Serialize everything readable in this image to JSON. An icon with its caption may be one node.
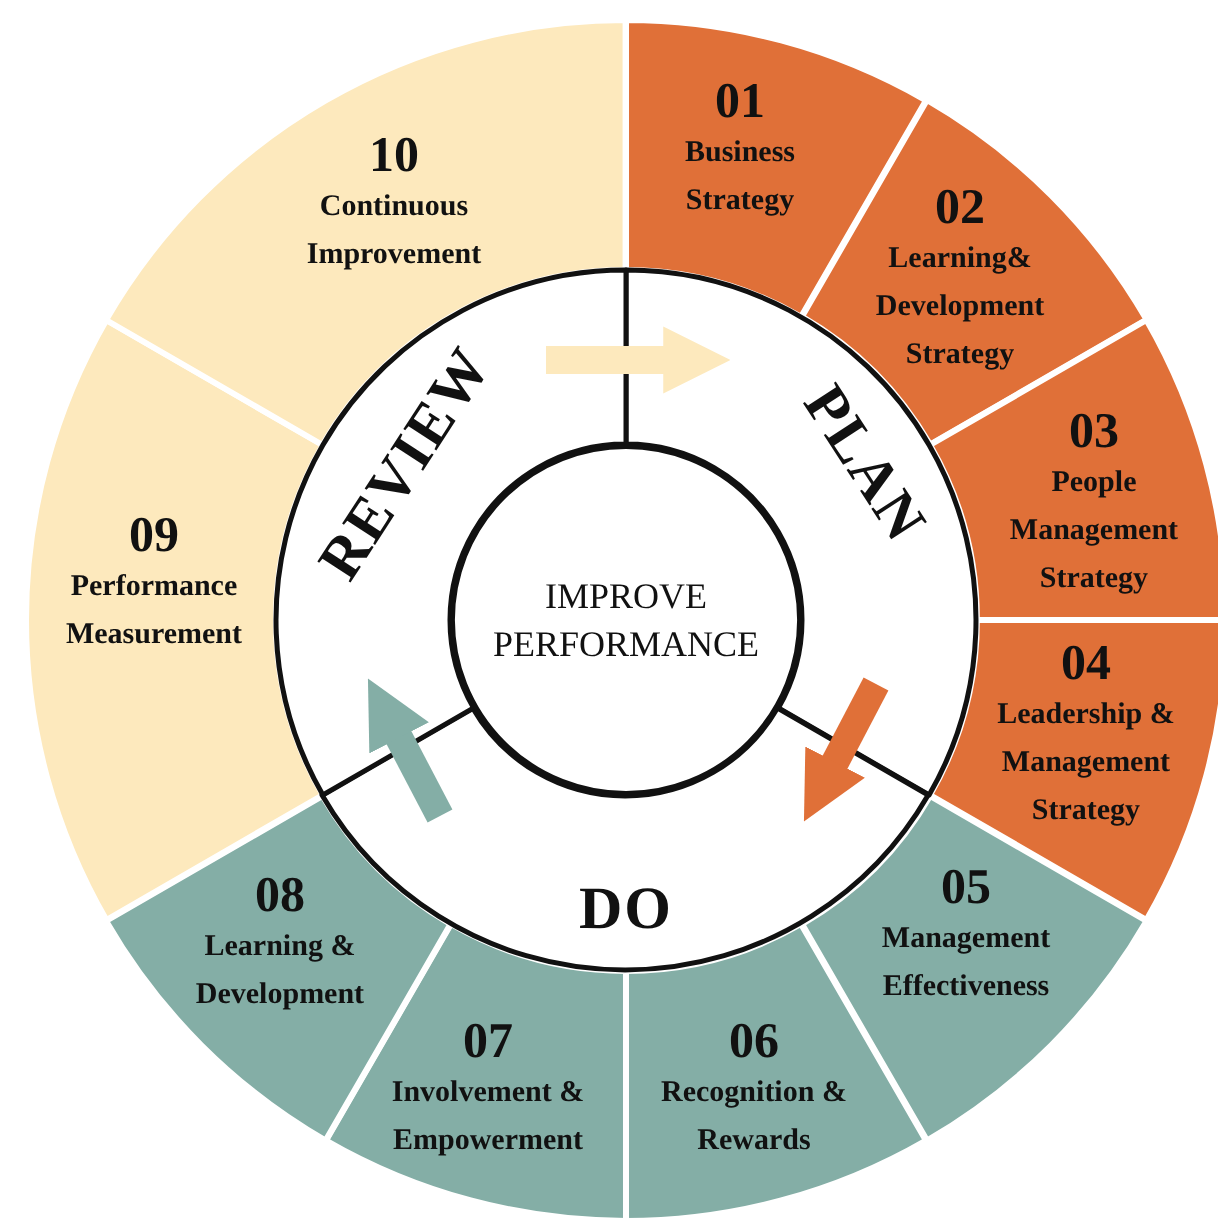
{
  "diagram": {
    "nodes": [
      {
        "text": [
          "IMPROVE PERFORMANCE"
        ]
      },
      {
        "text": [
          "PLAN"
        ]
      },
      {
        "text": [
          "DO"
        ]
      },
      {
        "text": [
          "REVIEW"
        ]
      },
      {
        "text": [
          "01",
          "Business Strategy"
        ]
      },
      {
        "text": [
          "02",
          "Learning& Development Strategy"
        ]
      },
      {
        "text": [
          "03",
          "People Management Strategy"
        ]
      },
      {
        "text": [
          "04",
          "Leadership & Management Strategy"
        ]
      },
      {
        "text": [
          "05",
          "Management Effectiveness"
        ]
      },
      {
        "text": [
          "06",
          "Recognition & Rewards"
        ]
      },
      {
        "text": [
          "07",
          "Involvement & Empowerment"
        ]
      },
      {
        "text": [
          "08",
          "Learning & Development"
        ]
      },
      {
        "text": [
          "09",
          "Performance Measurement"
        ]
      },
      {
        "text": [
          "10",
          "Continuous Improvement"
        ]
      }
    ],
    "edges": [
      {
        "from": 3,
        "to": 1,
        "arrow": "to",
        "color": "#fde9bd"
      },
      {
        "from": 1,
        "to": 2,
        "arrow": "to",
        "color": "#e07038"
      },
      {
        "from": 2,
        "to": 3,
        "arrow": "to",
        "color": "#84aea6"
      }
    ]
  }
}
